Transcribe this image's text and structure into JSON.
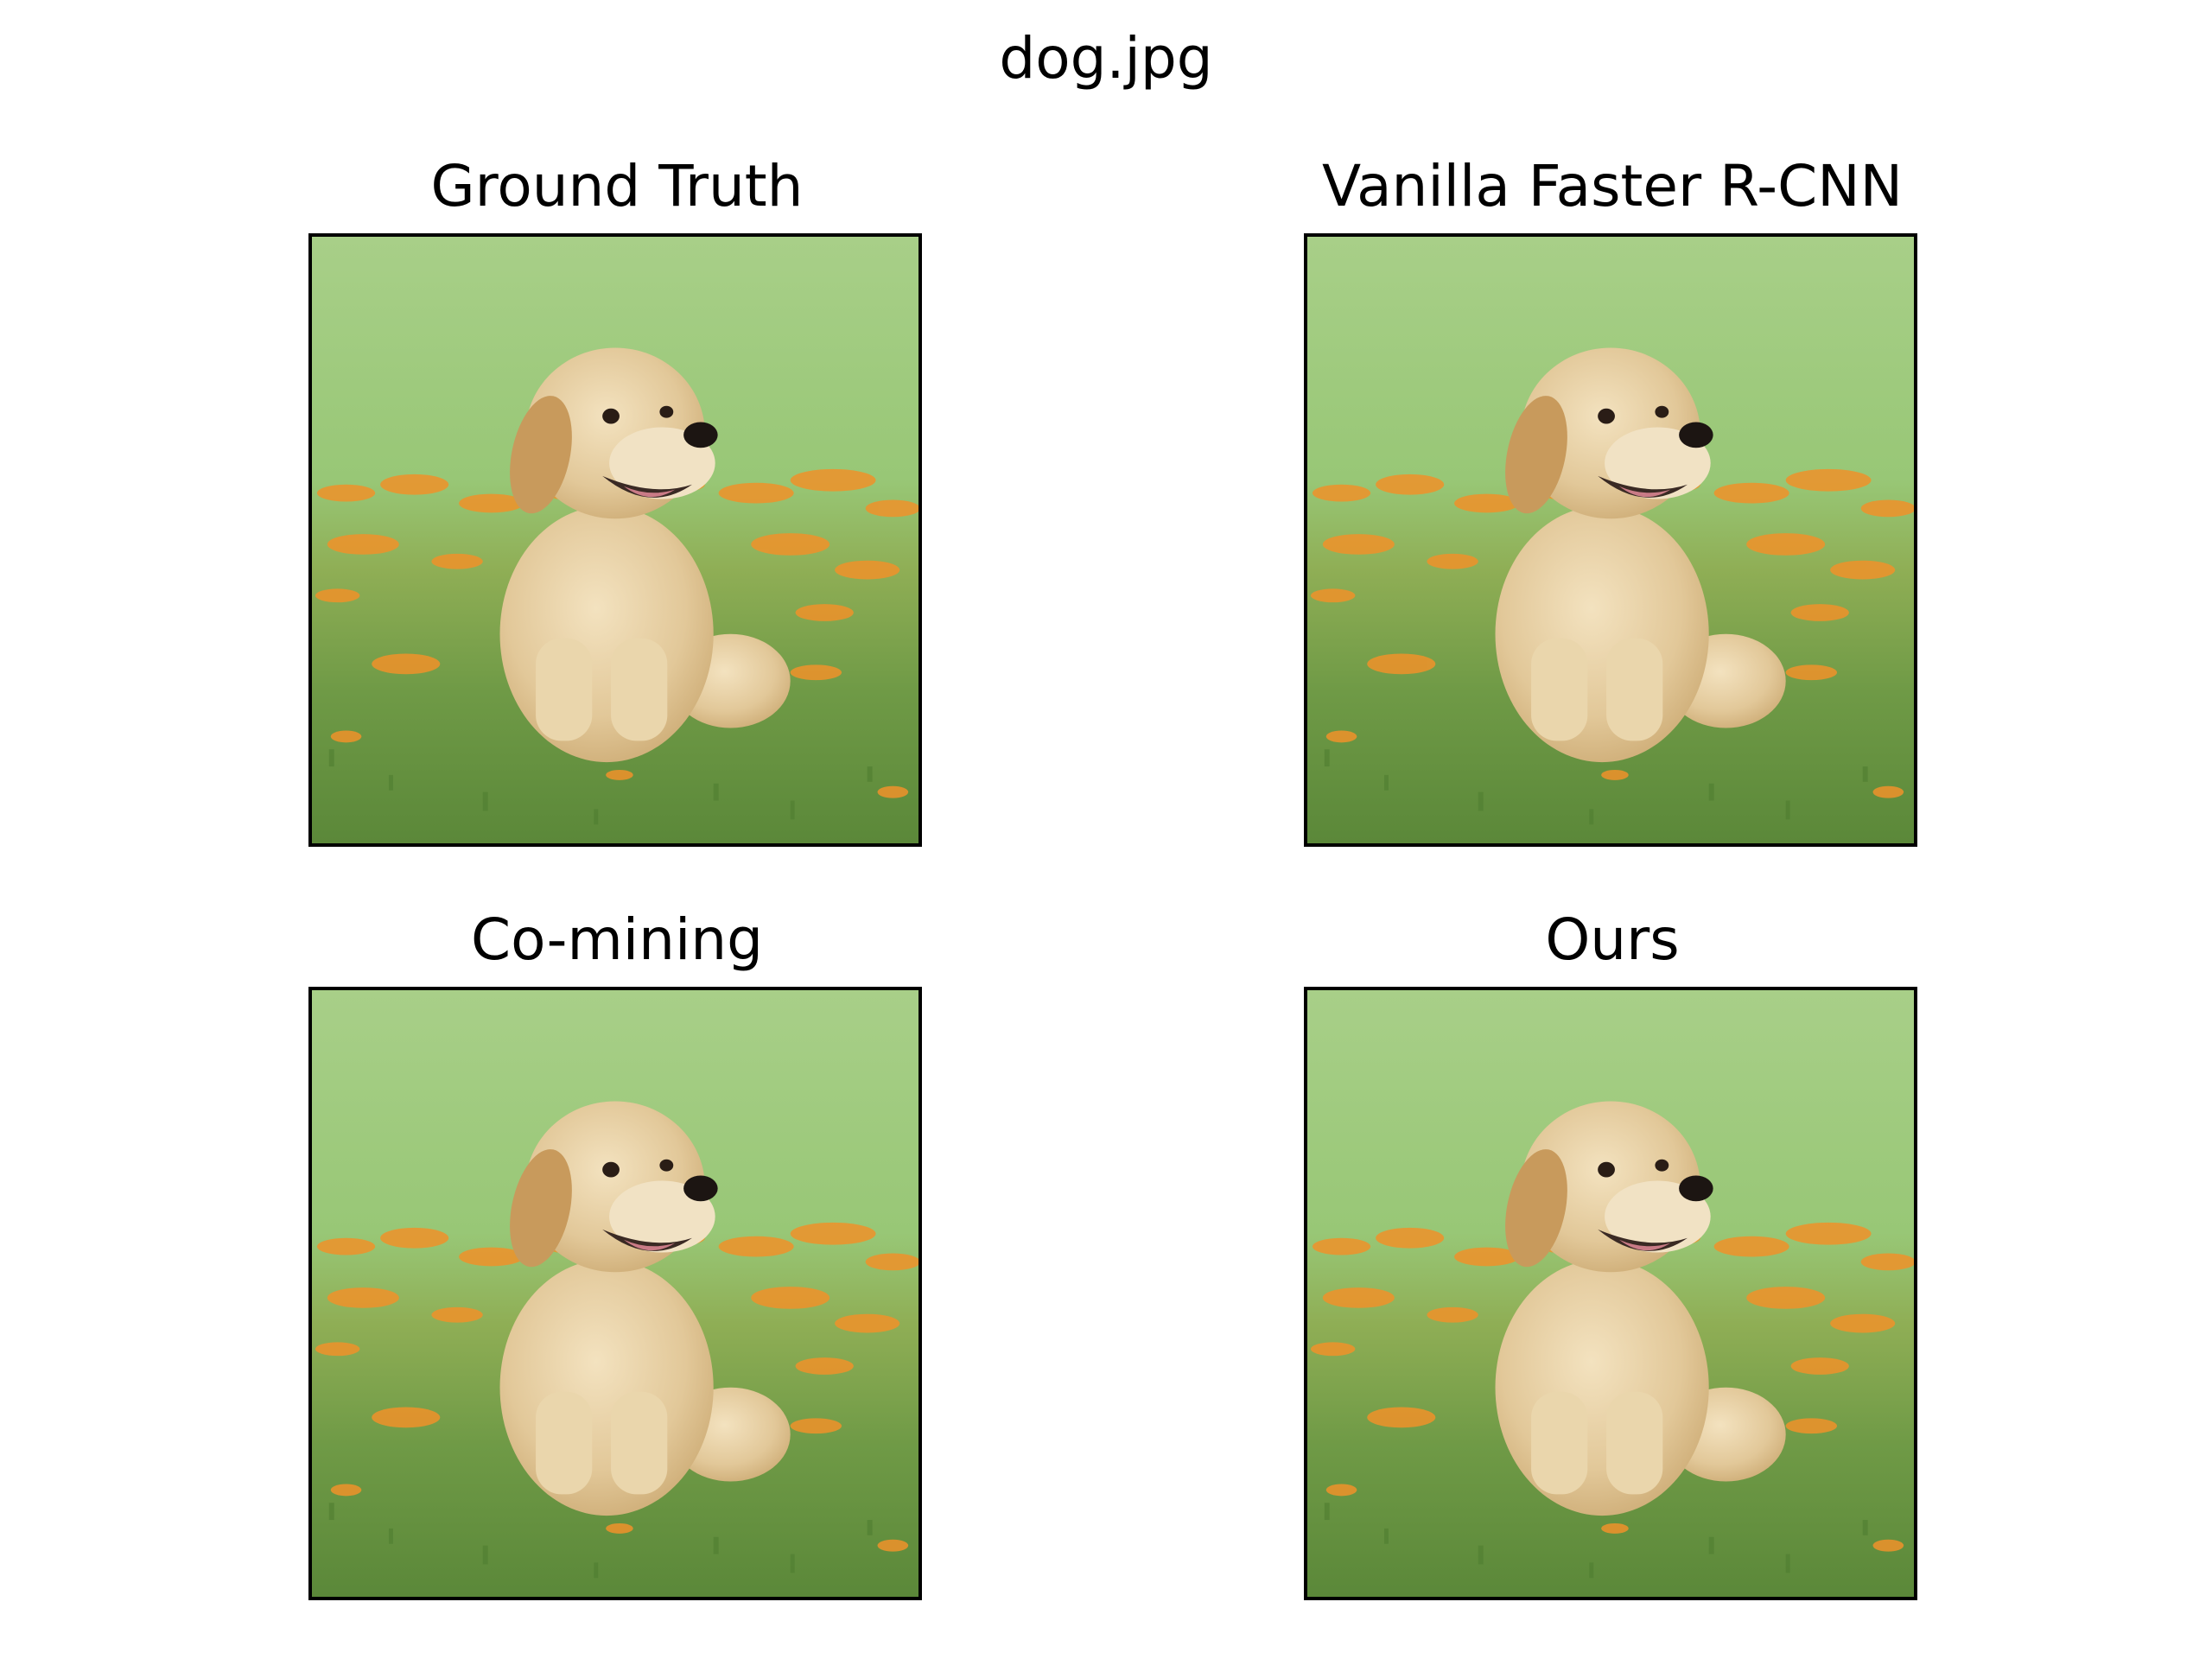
{
  "figure": {
    "title": "dog.jpg"
  },
  "panels": [
    {
      "title": "Ground Truth"
    },
    {
      "title": "Vanilla Faster R-CNN"
    },
    {
      "title": "Co-mining"
    },
    {
      "title": "Ours"
    }
  ],
  "colors": {
    "grass_light": "#a9d28a",
    "grass_dark": "#5e8a3c",
    "flowers": "#f0922a",
    "fur": "#e6cfa0",
    "frame": "#000000"
  }
}
